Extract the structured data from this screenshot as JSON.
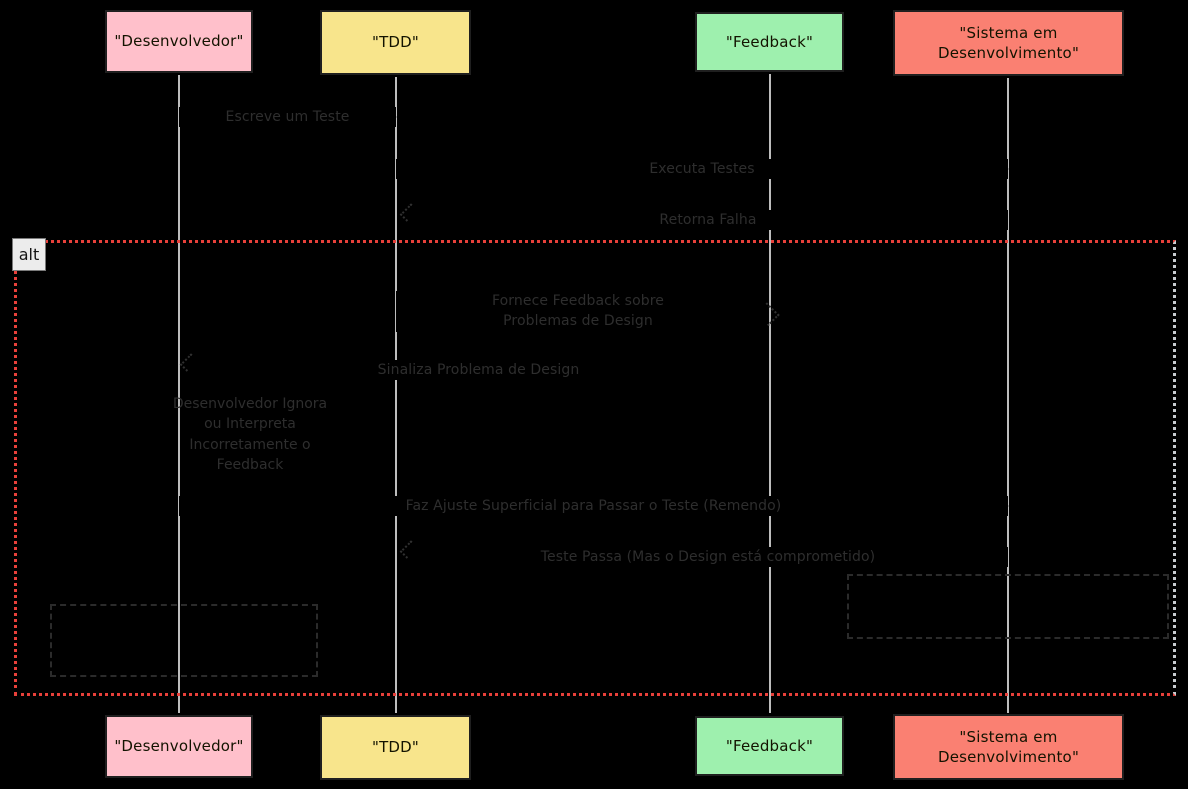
{
  "diagram": {
    "type": "sequence-diagram",
    "background": "#000000",
    "participants": [
      {
        "name": "Desenvolvedor",
        "label": "\"Desenvolvedor\"",
        "color": "#ffc0cb"
      },
      {
        "name": "TDD",
        "label": "\"TDD\"",
        "color": "#f8e58c"
      },
      {
        "name": "Feedback",
        "label": "\"Feedback\"",
        "color": "#9ef0ae"
      },
      {
        "name": "SistemaEmDesenvolvimento",
        "label": "\"Sistema em\nDesenvolvimento\"",
        "color": "#fa8072"
      }
    ],
    "messages": [
      {
        "id": "m1",
        "from": "Desenvolvedor",
        "to": "TDD",
        "label": "Escreve um Teste",
        "style": "solid",
        "direction": "right"
      },
      {
        "id": "m2",
        "from": "TDD",
        "to": "SistemaEmDesenvolvimento",
        "label": "Executa Testes",
        "style": "solid",
        "direction": "right"
      },
      {
        "id": "m3",
        "from": "SistemaEmDesenvolvimento",
        "to": "TDD",
        "label": "Retorna Falha",
        "style": "dotted",
        "direction": "left"
      },
      {
        "id": "m4",
        "from": "TDD",
        "to": "Feedback",
        "label": "Fornece Feedback sobre\nProblemas de Design",
        "style": "dotted",
        "direction": "right"
      },
      {
        "id": "m5",
        "from": "Feedback",
        "to": "Desenvolvedor",
        "label": "Sinaliza Problema de Design",
        "style": "dotted",
        "direction": "left"
      },
      {
        "id": "m6",
        "from": "Desenvolvedor",
        "to": "SistemaEmDesenvolvimento",
        "label": "Faz Ajuste Superficial para Passar o Teste (Remendo)",
        "style": "solid",
        "direction": "right"
      },
      {
        "id": "m7",
        "from": "SistemaEmDesenvolvimento",
        "to": "TDD",
        "label": "Teste Passa (Mas o Design está comprometido)",
        "style": "dotted",
        "direction": "left"
      }
    ],
    "fragment": {
      "kind": "alt",
      "tag_label": "alt",
      "border_color": "#e8403a",
      "border_right_color": "#c9cdd1"
    },
    "notes": [
      {
        "id": "n1",
        "over": "Desenvolvedor",
        "text": "Desenvolvedor Ignora\nou Interpreta\nIncorretamente o\nFeedback",
        "rendered": "text"
      },
      {
        "id": "n2",
        "over": "Desenvolvedor",
        "text": "",
        "rendered": "box"
      },
      {
        "id": "n3",
        "over": "SistemaEmDesenvolvimento",
        "text": "",
        "rendered": "box"
      }
    ],
    "lifeline_color": "#bdbdbd"
  }
}
